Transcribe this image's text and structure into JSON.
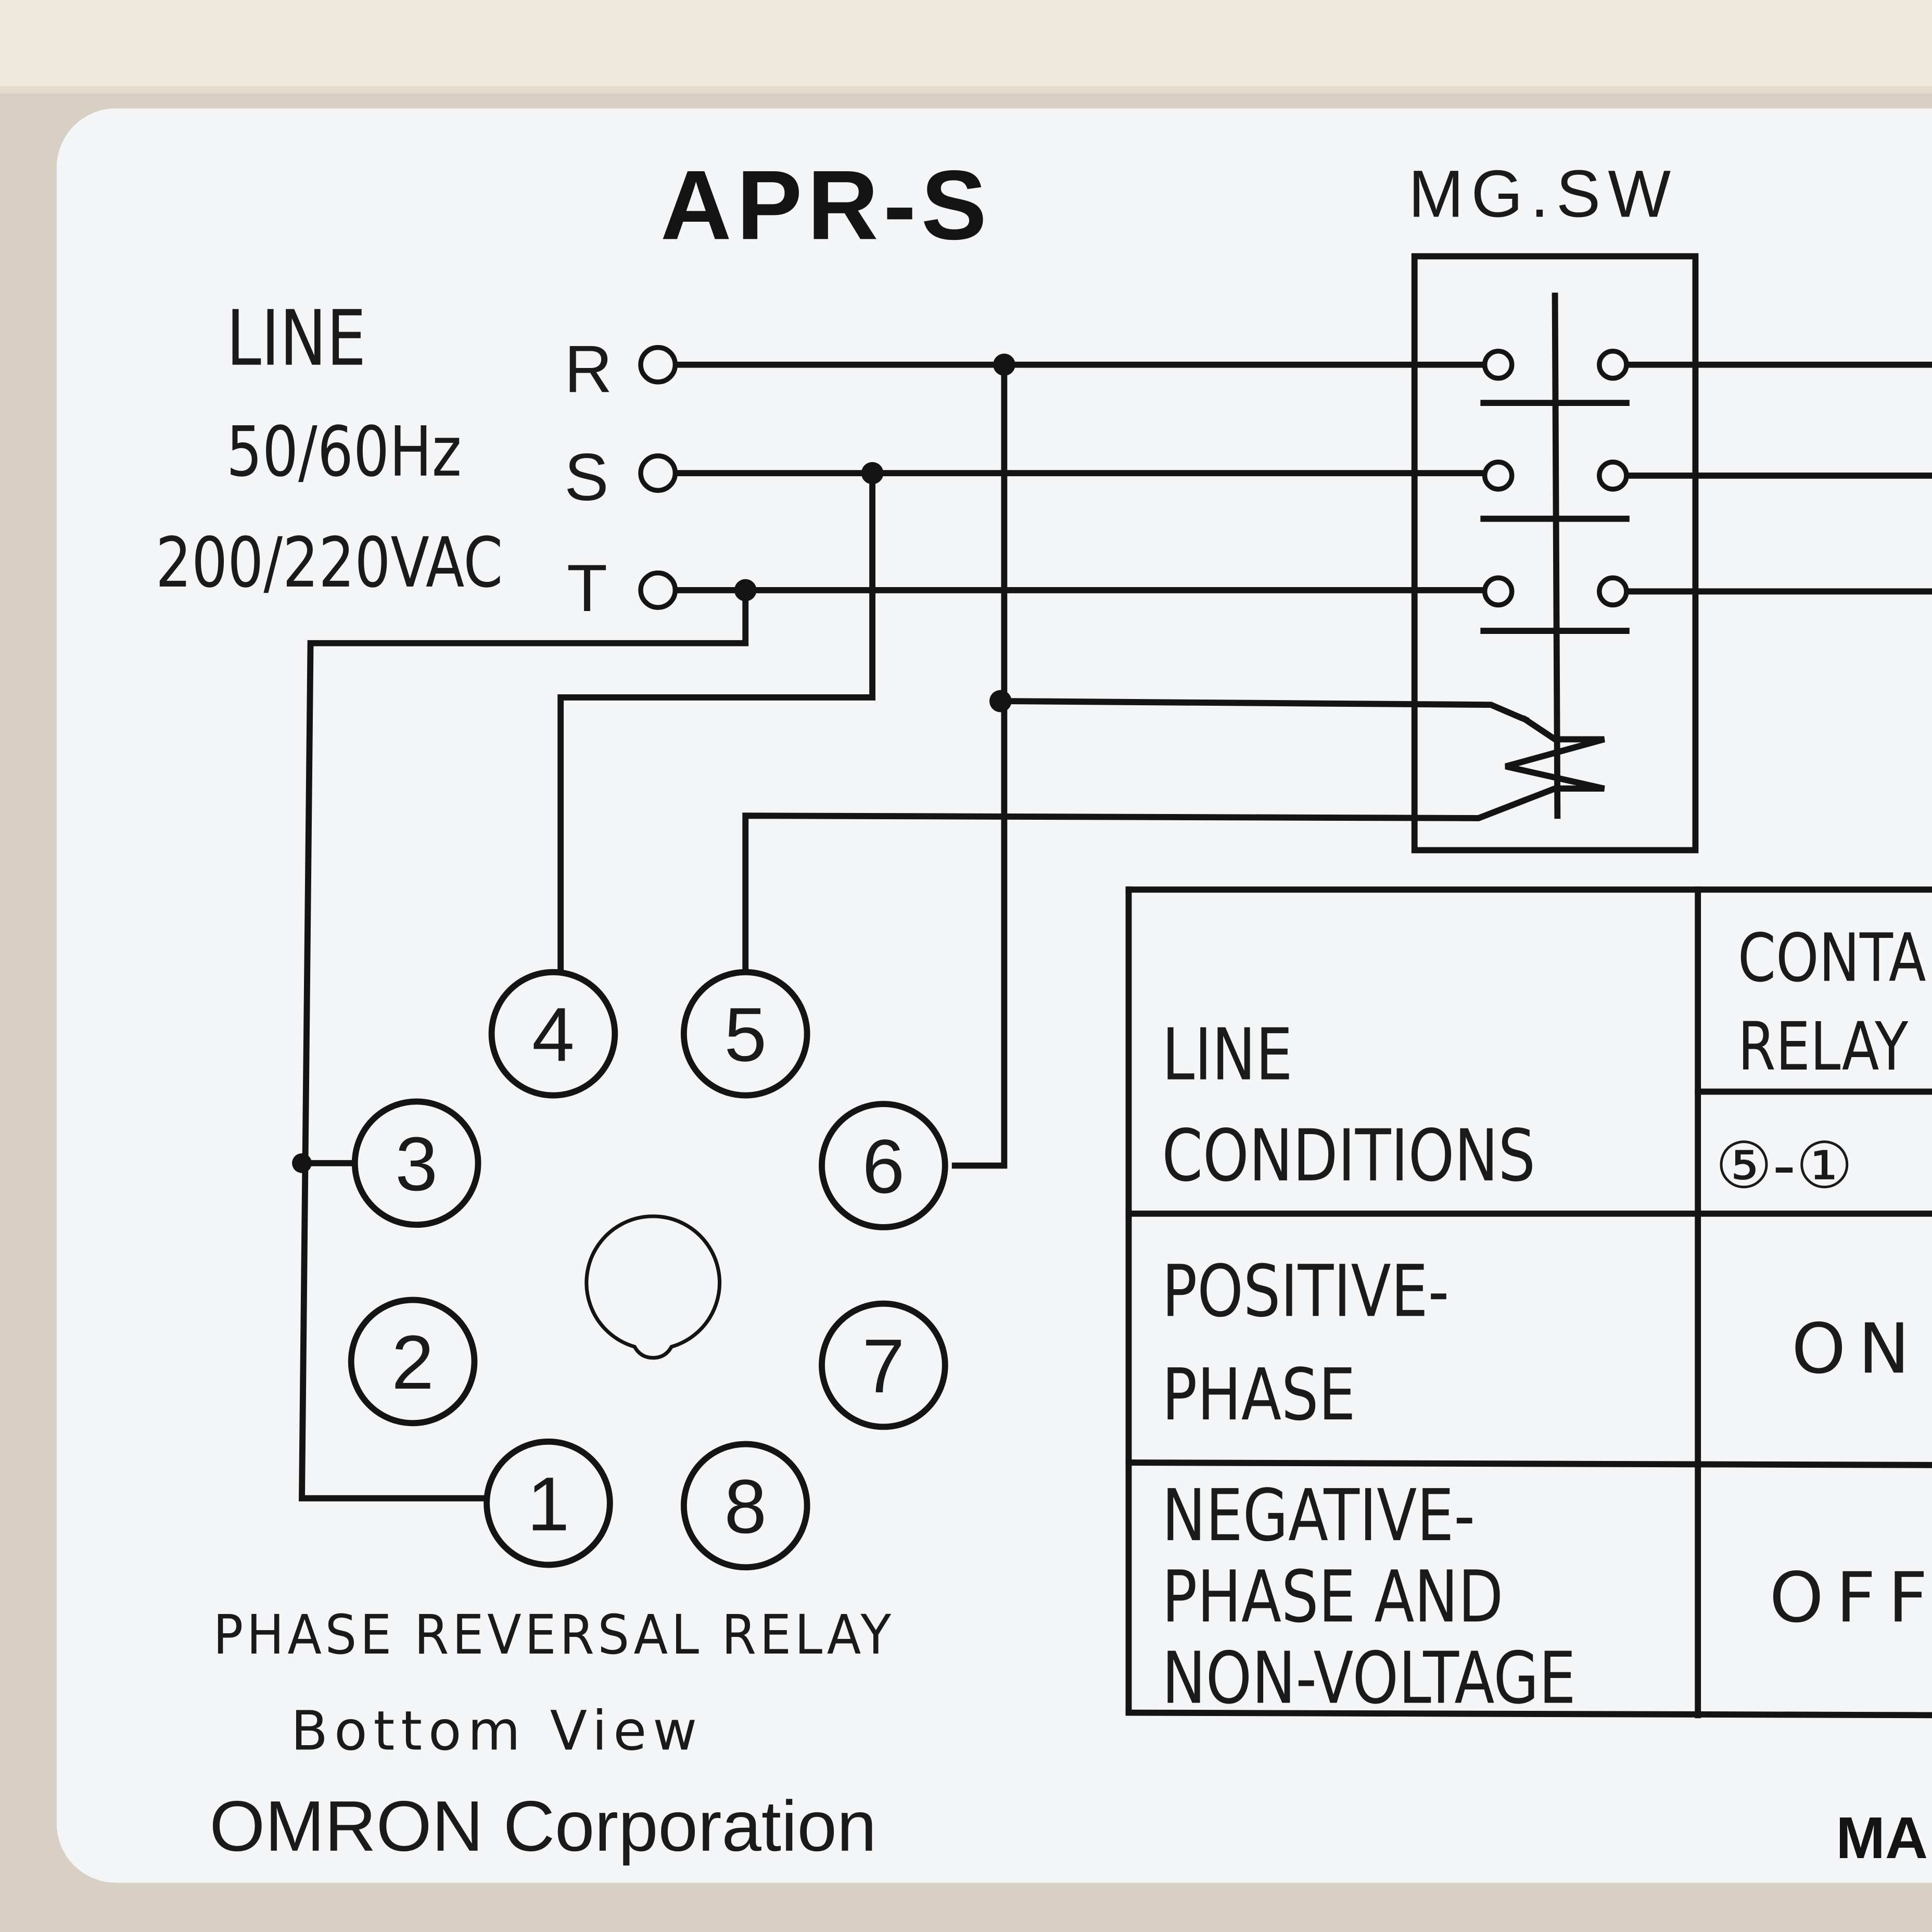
{
  "label": {
    "model": "APR-S",
    "switch_label": "MG.SW",
    "line_block": {
      "title": "LINE",
      "frequency": "50/60Hz",
      "voltage": "200/220VAC"
    },
    "phases": [
      "R",
      "S",
      "T"
    ],
    "socket": {
      "pins": [
        "1",
        "2",
        "3",
        "4",
        "5",
        "6",
        "7",
        "8"
      ],
      "caption_1": "PHASE REVERSAL RELAY",
      "caption_2": "Bottom View",
      "maker": "OMRON Corporation"
    },
    "table": {
      "header_left_1": "LINE",
      "header_left_2": "CONDITIONS",
      "header_right_1": "CONTA",
      "header_right_2": "RELAY",
      "header_right_sub": "⑤-①",
      "rows": [
        {
          "condition_1": "POSITIVE-",
          "condition_2": "PHASE",
          "condition_3": "",
          "state": "ON"
        },
        {
          "condition_1": "NEGATIVE-",
          "condition_2": "PHASE AND",
          "condition_3": "NON-VOLTAGE",
          "state": "OFF"
        }
      ]
    },
    "footer_right": "MA"
  },
  "colors": {
    "label_bg": "#f4f5f7",
    "ink": "#141414",
    "housing": "#d8d1c3",
    "housing_top": "#efe9dc"
  }
}
